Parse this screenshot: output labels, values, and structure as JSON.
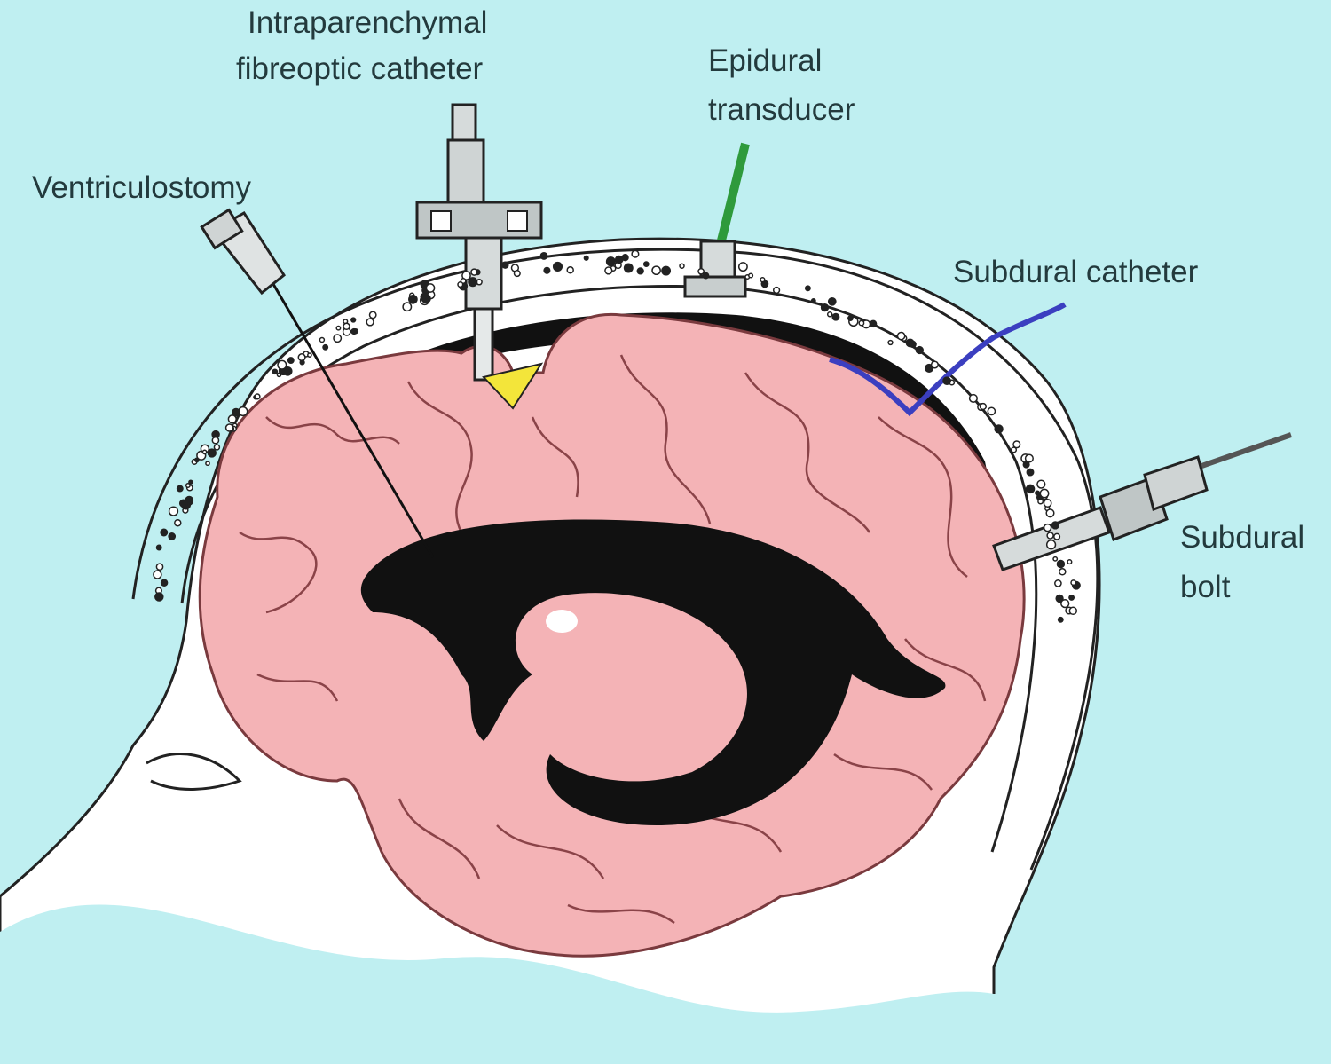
{
  "labels": {
    "intraparenchymal_line1": "Intraparenchymal",
    "intraparenchymal_line2": "fibreoptic catheter",
    "epidural_line1": "Epidural",
    "epidural_line2": "transducer",
    "ventriculostomy": "Ventriculostomy",
    "subdural_catheter": "Subdural catheter",
    "subdural_bolt_line1": "Subdural",
    "subdural_bolt_line2": "bolt"
  },
  "colors": {
    "background": "#bfeff1",
    "brain": "#f4b3b6",
    "ventricle": "#111111",
    "subdural_catheter": "#3b3fc0",
    "epidural_wire": "#2e9a3c",
    "tip_marker": "#f3e53a"
  }
}
